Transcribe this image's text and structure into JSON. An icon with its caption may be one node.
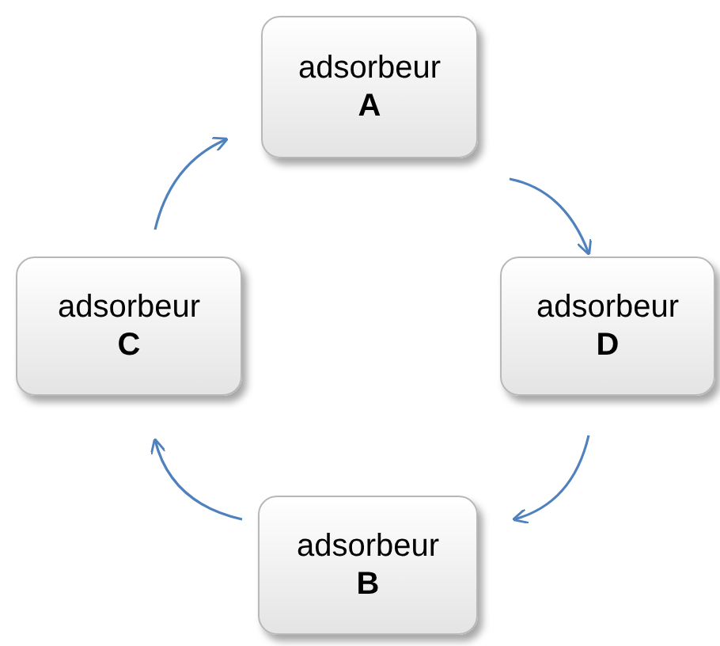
{
  "diagram": {
    "nodes": [
      {
        "text": [
          "adsorbeur",
          "A"
        ]
      },
      {
        "text": [
          "adsorbeur",
          "D"
        ]
      },
      {
        "text": [
          "adsorbeur",
          "B"
        ]
      },
      {
        "text": [
          "adsorbeur",
          "C"
        ]
      }
    ],
    "edges": [
      {
        "from": 0,
        "to": 1,
        "arrow": "to"
      },
      {
        "from": 1,
        "to": 2,
        "arrow": "to"
      },
      {
        "from": 2,
        "to": 3,
        "arrow": "to"
      },
      {
        "from": 3,
        "to": 0,
        "arrow": "to"
      }
    ]
  }
}
